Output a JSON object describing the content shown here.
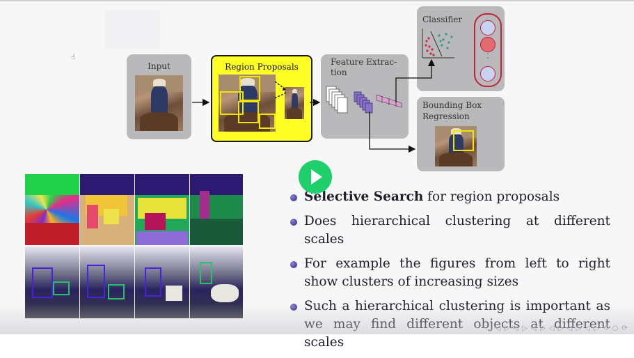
{
  "diagram": {
    "input_label": "Input",
    "region_proposals_label": "Region Proposals",
    "feature_extraction_label_line1": "Feature Extrac-",
    "feature_extraction_label_line2": "tion",
    "classifier_label": "Classifier",
    "bbox_label_line1": "Bounding Box",
    "bbox_label_line2": "Regression",
    "classifier_dots": "·\n·",
    "colors": {
      "region_proposal_bg": "#ffff26",
      "classifier_capsule": "#c0203a",
      "classifier_active_node": "#e46a72",
      "classifier_node": "#c9d2ee",
      "feature_layers": "#8a72c8",
      "scatter_red": "#d0283c",
      "scatter_teal": "#2a9d8f"
    }
  },
  "bullets": [
    {
      "bold": "Selective Search",
      "text": " for region proposals"
    },
    {
      "bold": "",
      "text": "Does hierarchical clustering at different scales"
    },
    {
      "bold": "",
      "text": "For example the figures from left to right show clusters of increasing sizes"
    },
    {
      "bold": "",
      "text": "Such a hierarchical clustering is important as we may find different objects at different scales"
    }
  ],
  "player": {
    "play_icon": "play-icon"
  },
  "navigation": {
    "symbols": "◁ ▷ ◁ ▷ ◁ ▷ ◁ ▷ ◁ ▷ ◁ ▷  ⟲ ○ ⟳"
  }
}
